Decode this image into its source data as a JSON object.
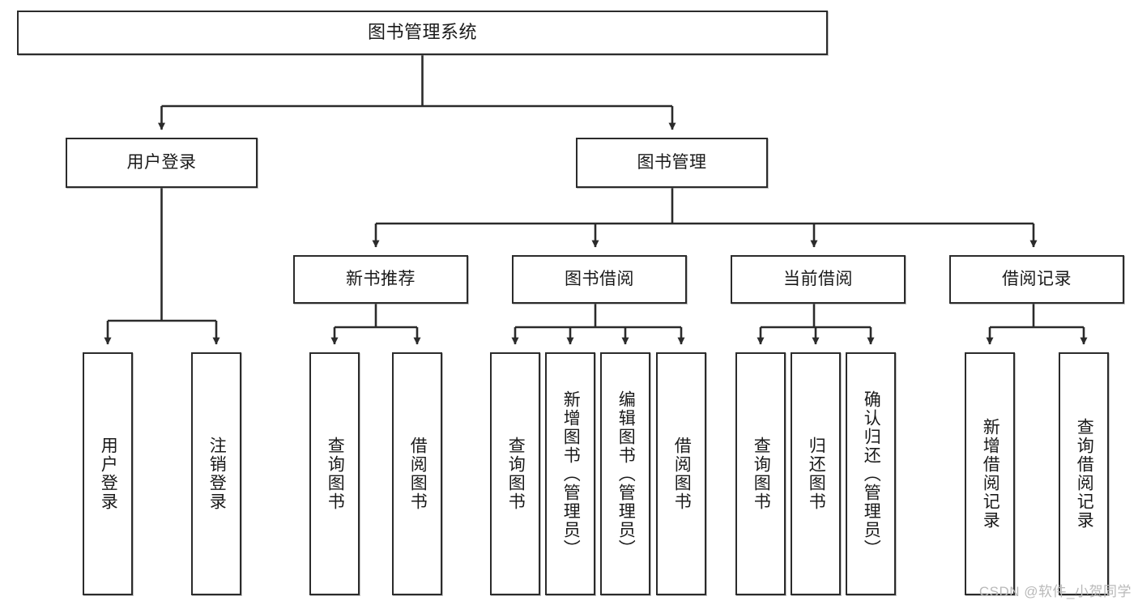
{
  "diagram": {
    "kind": "org-chart",
    "root": {
      "id": "root",
      "label": "图书管理系统"
    },
    "level2": [
      {
        "id": "user-login",
        "label": "用户登录"
      },
      {
        "id": "book-manage",
        "label": "图书管理"
      }
    ],
    "level3": [
      {
        "id": "new-book-rec",
        "label": "新书推荐"
      },
      {
        "id": "book-borrow",
        "label": "图书借阅"
      },
      {
        "id": "current-borrow",
        "label": "当前借阅"
      },
      {
        "id": "borrow-record",
        "label": "借阅记录"
      }
    ],
    "leaves": [
      {
        "id": "leaf-user-login",
        "label": "用户登录",
        "parent": "user-login"
      },
      {
        "id": "leaf-user-logout",
        "label": "注销登录",
        "parent": "user-login"
      },
      {
        "id": "leaf-query-book-1",
        "label": "查询图书",
        "parent": "new-book-rec"
      },
      {
        "id": "leaf-borrow-book-1",
        "label": "借阅图书",
        "parent": "new-book-rec"
      },
      {
        "id": "leaf-query-book-2",
        "label": "查询图书",
        "parent": "book-borrow"
      },
      {
        "id": "leaf-add-book",
        "label": "新增图书（管理员）",
        "parent": "book-borrow"
      },
      {
        "id": "leaf-edit-book",
        "label": "编辑图书（管理员）",
        "parent": "book-borrow"
      },
      {
        "id": "leaf-borrow-book-2",
        "label": "借阅图书",
        "parent": "book-borrow"
      },
      {
        "id": "leaf-query-book-3",
        "label": "查询图书",
        "parent": "current-borrow"
      },
      {
        "id": "leaf-return-book",
        "label": "归还图书",
        "parent": "current-borrow"
      },
      {
        "id": "leaf-confirm-return",
        "label": "确认归还（管理员）",
        "parent": "current-borrow"
      },
      {
        "id": "leaf-add-record",
        "label": "新增借阅记录",
        "parent": "borrow-record"
      },
      {
        "id": "leaf-query-record",
        "label": "查询借阅记录",
        "parent": "borrow-record"
      }
    ],
    "colors": {
      "stroke": "#2b2b2b",
      "box_fill": "#ffffff",
      "text": "#1a1a1a",
      "background": "#ffffff",
      "watermark": "#b9b9b9"
    }
  },
  "watermark": {
    "text": "CSDN @软件_小贺同学"
  }
}
